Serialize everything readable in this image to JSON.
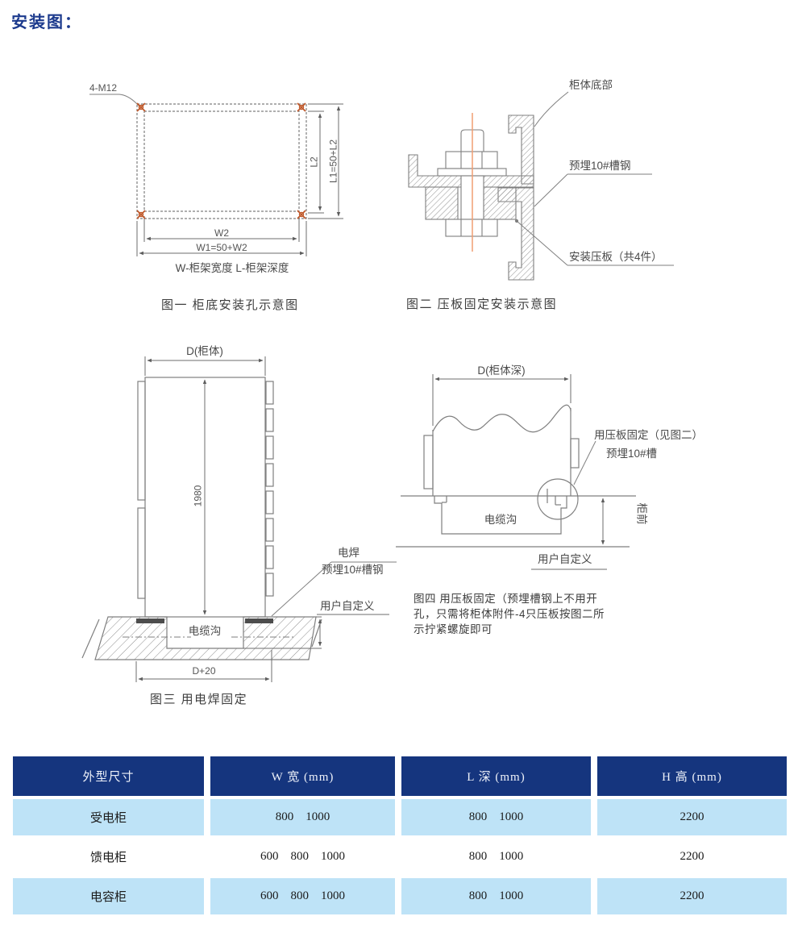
{
  "page": {
    "title": "安装图："
  },
  "fig1": {
    "bolt_label": "4-M12",
    "dim_l2": "L2",
    "dim_l1": "L1=50+L2",
    "dim_w2": "W2",
    "dim_w1": "W1=50+W2",
    "legend": "W-柜架宽度  L-柜架深度",
    "caption": "图一  柜底安装孔示意图"
  },
  "fig2": {
    "label_cabinet_bottom": "柜体底部",
    "label_embed_channel": "预埋10#槽钢",
    "label_mount_plate": "安装压板（共4件）",
    "caption": "图二  压板固定安装示意图"
  },
  "fig3": {
    "dim_d": "D(柜体)",
    "dim_h": "1980",
    "label_weld": "电焊",
    "label_embed_channel": "预埋10#槽钢",
    "label_user_defined": "用户自定义",
    "label_cable_trench": "电缆沟",
    "dim_d20": "D+20",
    "caption": "图三  用电焊固定"
  },
  "fig4": {
    "dim_d": "D(柜体深)",
    "label_fix": "用压板固定（见图二）",
    "label_embed_channel": "预埋10#槽",
    "label_cabinet_front": "柜前",
    "label_cable_trench": "电缆沟",
    "label_user_defined": "用户自定义",
    "caption": "图四  用压板固定（预埋槽钢上不用开\n孔，只需将柜体附件-4只压板按图二所\n示拧紧螺旋即可"
  },
  "table": {
    "headers": [
      "外型尺寸",
      "W 宽 (mm)",
      "L 深 (mm)",
      "H 高 (mm)"
    ],
    "rows": [
      {
        "name": "受电柜",
        "w": "800    1000",
        "l": "800    1000",
        "h": "2200"
      },
      {
        "name": "馈电柜",
        "w": "600    800    1000",
        "l": "800    1000",
        "h": "2200"
      },
      {
        "name": "电容柜",
        "w": "600    800    1000",
        "l": "800    1000",
        "h": "2200"
      }
    ]
  },
  "colors": {
    "title": "#1c3a8d",
    "table_header_bg": "#15357e",
    "table_row_blue": "#bee3f7",
    "screw_accent": "#c05a2c",
    "centerline_accent": "#f09d72"
  }
}
